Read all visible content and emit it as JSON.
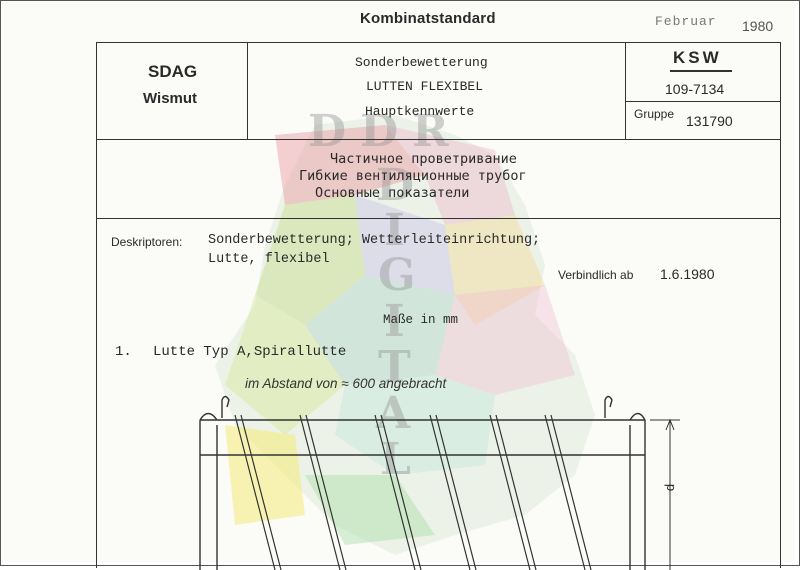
{
  "header": {
    "top_title": "Kombinatstandard",
    "date_month": "Februar",
    "date_year": "1980",
    "org_line1": "SDAG",
    "org_line2": "Wismut",
    "title_de": [
      "Sonderbewetterung",
      "LUTTEN FLEXIBEL",
      "Hauptkennwerte"
    ],
    "standard_code": "KSW",
    "standard_number": "109-7134",
    "group_label": "Gruppe",
    "group_number": "131790"
  },
  "title_ru": [
    "Частичное проветривание",
    "Гибкие вентиляционные трубог",
    "Основные показатели"
  ],
  "descriptors": {
    "label": "Deskriptoren:",
    "line1": "Sonderbewetterung; Wetterleiteinrichtung;",
    "line2": "Lutte, flexibel"
  },
  "validity": {
    "label": "Verbindlich ab",
    "date": "1.6.1980"
  },
  "measure_note": "Maße in mm",
  "section": {
    "number": "1.",
    "title": "Lutte Typ A,Spirallutte"
  },
  "drawing": {
    "note": "im Abstand von ≈ 600 angebracht",
    "dimension_label": "d"
  },
  "watermark": {
    "letters": [
      "D",
      "D",
      "R",
      "D",
      "I",
      "G",
      "I",
      "T",
      "A",
      "L"
    ]
  }
}
